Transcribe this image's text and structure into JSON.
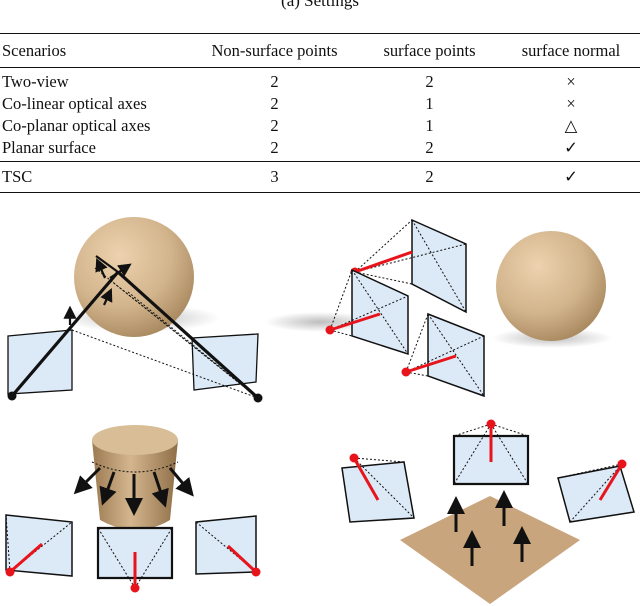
{
  "caption": "(a) Settings",
  "table": {
    "headers": [
      "Scenarios",
      "Non-surface points",
      "surface points",
      "surface normal"
    ],
    "rows": [
      [
        "Two-view",
        "2",
        "2",
        "×"
      ],
      [
        "Co-linear optical axes",
        "2",
        "1",
        "×"
      ],
      [
        "Co-planar optical axes",
        "2",
        "1",
        "△"
      ],
      [
        "Planar surface",
        "2",
        "2",
        "✓"
      ]
    ],
    "summary_row": [
      "TSC",
      "3",
      "2",
      "✓"
    ]
  },
  "colors": {
    "sphere": "#d2b48c",
    "plane_face": "#dce9f6",
    "axis_red": "#e8141c",
    "surface": "#c9a57e"
  }
}
